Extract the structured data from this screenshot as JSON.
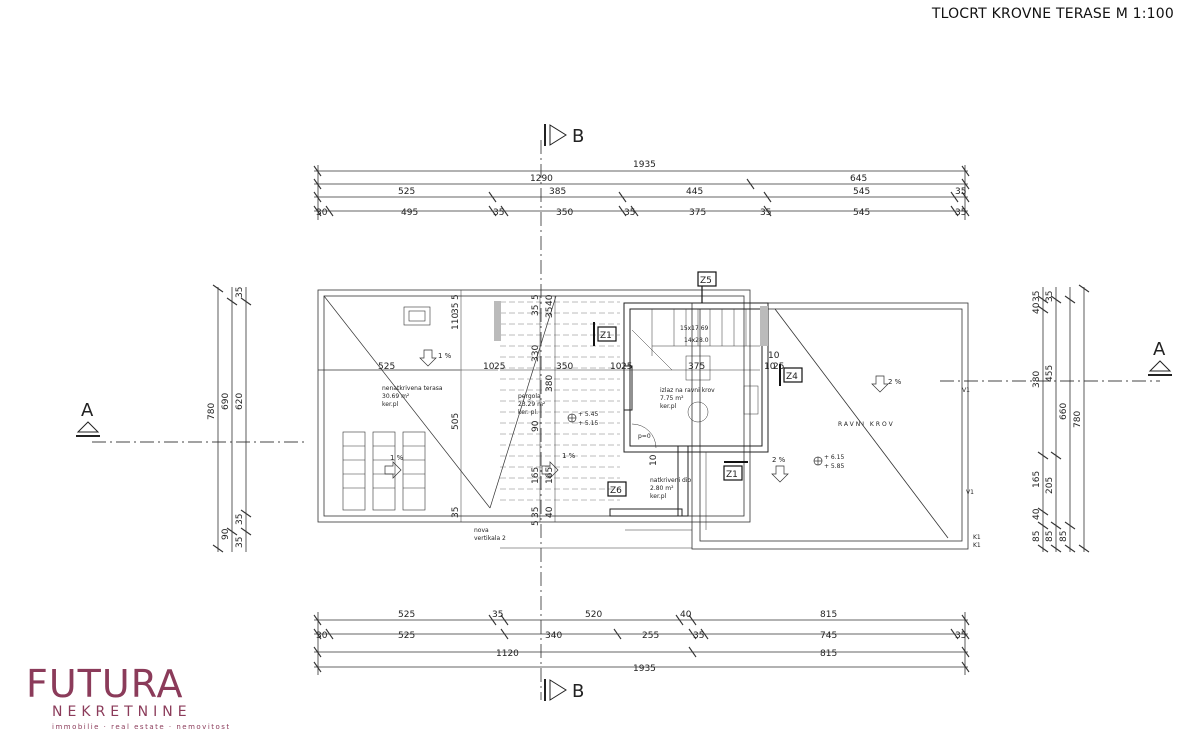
{
  "title": "TLOCRT KROVNE TERASE M 1:100",
  "section_markers": {
    "a_left": "A",
    "a_right": "A",
    "b_top": "B",
    "b_bottom": "B"
  },
  "dims_top": {
    "row1": [
      "1935"
    ],
    "row2": [
      "1290",
      "645"
    ],
    "row3": [
      "525",
      "385",
      "445",
      "545",
      "35"
    ],
    "row4": [
      "30",
      "495",
      "35",
      "350",
      "35",
      "375",
      "35",
      "545",
      "35"
    ]
  },
  "dims_bottom": {
    "row1": [
      "525",
      "35",
      "520",
      "40",
      "815"
    ],
    "row2": [
      "30",
      "525",
      "340",
      "255",
      "35",
      "745",
      "35"
    ],
    "row3": [
      "1120",
      "815"
    ],
    "row4": [
      "1935"
    ]
  },
  "dims_left": [
    "780",
    "690",
    "620",
    "35",
    "90",
    "35",
    "35"
  ],
  "dims_right": [
    "35",
    "40",
    "35",
    "380",
    "455",
    "660",
    "780",
    "165",
    "205",
    "40",
    "85",
    "85",
    "85"
  ],
  "dims_inner": [
    "5",
    "35",
    "110",
    "5",
    "35",
    "40",
    "35",
    "330",
    "380",
    "10",
    "25",
    "525",
    "10",
    "25",
    "350",
    "10",
    "25",
    "375",
    "10",
    "10",
    "505",
    "90",
    "165",
    "165",
    "35",
    "35",
    "5",
    "40"
  ],
  "markers": [
    "Z1",
    "Z5",
    "Z4",
    "Z1",
    "Z6"
  ],
  "slopes": [
    "1 %",
    "1 %",
    "2 %",
    "2 %",
    "1 %"
  ],
  "rooms": {
    "terrace": [
      "nenatkrivena terasa",
      "30.69 m²",
      "ker.pl"
    ],
    "pergola": [
      "pergola",
      "23.29 m²",
      "ker. pl."
    ],
    "exit": [
      "izlaz na ravni krov",
      "7.75 m²",
      "ker.pl"
    ],
    "covered": [
      "natkriveni dio",
      "2.80 m²",
      "ker.pl"
    ],
    "roof": "RAVNI KROV",
    "stair1": "15x17.69",
    "stair2": "14x28.0",
    "vertical": [
      "nova",
      "vertikala 2"
    ]
  },
  "levels": {
    "l1": [
      "+ 5.45",
      "+ 5.15"
    ],
    "l2": [
      "+ 6.15",
      "+ 5.85"
    ],
    "p0": "p=0"
  },
  "small": {
    "v1": "V1",
    "v2": "V1",
    "k1": "K1",
    "k2": "K1"
  },
  "logo": {
    "word": "FUTURA",
    "sub": "NEKRETNINE",
    "tag": "immobilie · real estate · nemovitost",
    "color": "#8b3b5a"
  }
}
